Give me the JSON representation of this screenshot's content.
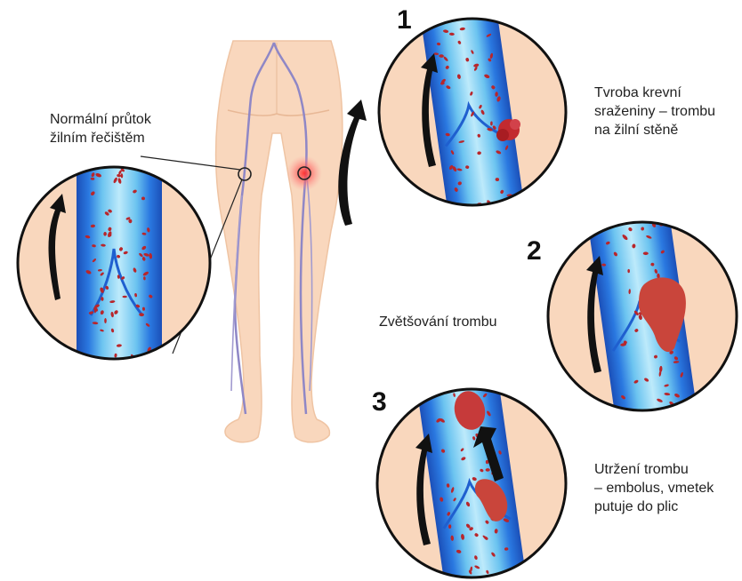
{
  "labels": {
    "normal_flow": "Normální průtok\nžilním řečištěm",
    "step1_text": "Tvroba krevní\nsraženiny – trombu\nna žilní stěně",
    "step2_text": "Zvětšování trombu",
    "step3_text": "Utržení trombu\n– embolus, vmetek\nputuje do plic"
  },
  "steps": [
    "1",
    "2",
    "3"
  ],
  "colors": {
    "skin": "#f9d7bd",
    "skin_outline": "#e8b896",
    "vein_dark": "#1f5fcf",
    "vein_light": "#8ad0f2",
    "blood_cell": "#b8262b",
    "clot": "#c63a3a",
    "leg_vein": "#8f87c6",
    "arrow": "#111111",
    "inflammation": "#ff4b4b"
  }
}
